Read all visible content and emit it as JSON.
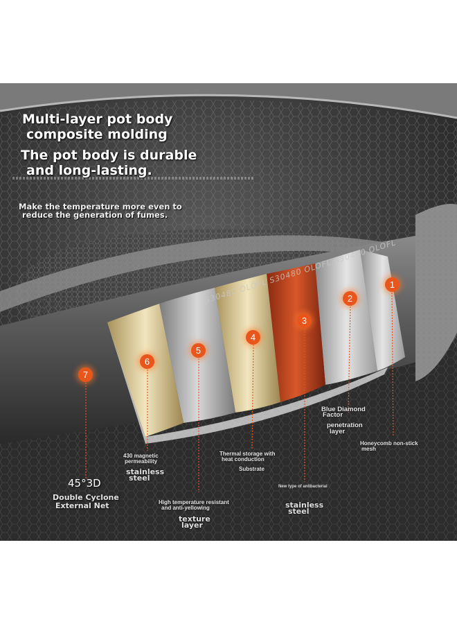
{
  "headline": {
    "line1": "Multi-layer pot body",
    "line2": "composite molding",
    "line3": "The pot body is durable",
    "line4": "and long-lasting."
  },
  "subheadline": {
    "line1": "Make the temperature more even to",
    "line2": "reduce the generation of fumes."
  },
  "rim_stamp": "S30480 OLOFL S30480 OLOFL S30480 OLOFL",
  "badges": [
    "1",
    "2",
    "3",
    "4",
    "5",
    "6",
    "7"
  ],
  "labels": {
    "blue_diamond_1": "Blue Diamond",
    "blue_diamond_2": "Factor",
    "penetration_1": "penetration",
    "penetration_2": "layer",
    "honeycomb_1": "Honeycomb non-stick",
    "honeycomb_2": "mesh",
    "thermal_1": "Thermal storage with",
    "thermal_2": "heat conduction",
    "substrate": "Substrate",
    "antibacterial": "New type of antibacterial",
    "ss_right_1": "stainless",
    "ss_right_2": "steel",
    "magnetic_1": "430 magnetic",
    "magnetic_2": "permeability",
    "ss_left_1": "stainless",
    "ss_left_2": "steel",
    "high_temp_1": "High temperature resistant",
    "high_temp_2": "and anti-yellowing",
    "texture_1": "texture",
    "texture_2": "layer",
    "degree": "45°3D",
    "cyclone_1": "Double Cyclone",
    "cyclone_2": "External Net"
  },
  "colors": {
    "badge": "#e8561c",
    "gold_layer": "#e6d6a4",
    "silver_layer": "#b8b8b8",
    "copper_layer": "#c24a1e",
    "background": "#2e2e2e"
  }
}
